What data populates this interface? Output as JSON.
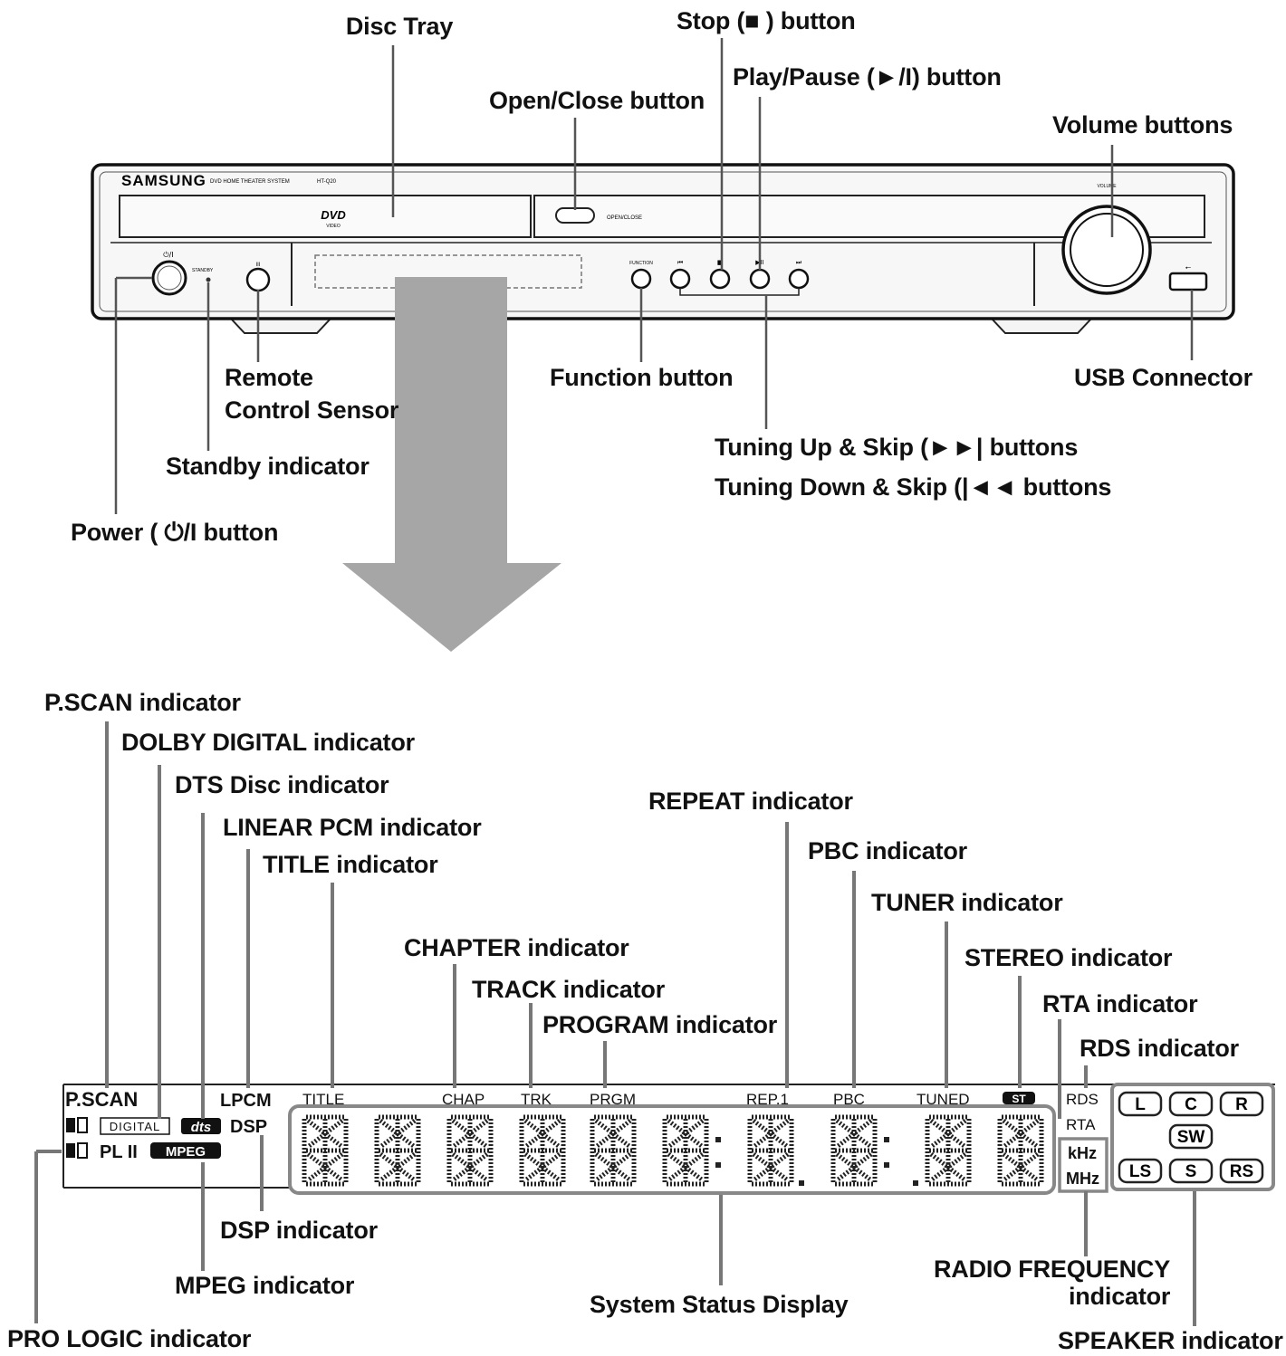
{
  "device": {
    "brand": "SAMSUNG",
    "model_text": "DVD HOME THEATER SYSTEM",
    "model_no": "HT-Q20",
    "disc_logo": "DVD",
    "disc_logo_sub": "VIDEO",
    "open_close_text": "OPEN/CLOSE",
    "power_text": "⏻/I",
    "standby_text": "STANDBY",
    "sensor_mark": "III",
    "function_text": "FUNCTION",
    "skip_back": "⏮",
    "stop": "■",
    "play_pause": "▶II",
    "skip_fwd": "⏭",
    "volume_text": "VOLUME",
    "usb_text": "⭠"
  },
  "callouts_top": {
    "disc_tray": "Disc Tray",
    "stop_button": "Stop (■ ) button",
    "open_close": "Open/Close button",
    "play_pause": "Play/Pause (►/I) button",
    "volume": "Volume buttons",
    "remote_sensor_1": "Remote",
    "remote_sensor_2": "Control Sensor",
    "function": "Function button",
    "usb": "USB Connector",
    "standby": "Standby indicator",
    "tuning_up": "Tuning Up & Skip (►►| buttons",
    "tuning_down": "Tuning Down & Skip (|◄◄ buttons",
    "power": "Power ( ⏻/I button"
  },
  "callouts_bottom": {
    "pscan": "P.SCAN indicator",
    "dolby": "DOLBY DIGITAL indicator",
    "dts": "DTS Disc indicator",
    "lpcm": "LINEAR PCM indicator",
    "title": "TITLE indicator",
    "repeat": "REPEAT indicator",
    "pbc": "PBC indicator",
    "tuner": "TUNER indicator",
    "chapter": "CHAPTER indicator",
    "stereo": "STEREO indicator",
    "track": "TRACK indicator",
    "program": "PROGRAM indicator",
    "rta": "RTA indicator",
    "rds": "RDS indicator",
    "dsp": "DSP indicator",
    "radio_freq_1": "RADIO FREQUENCY",
    "radio_freq_2": "indicator",
    "mpeg": "MPEG indicator",
    "system_status": "System Status Display",
    "pro_logic": "PRO LOGIC indicator",
    "speaker": "SPEAKER indicator"
  },
  "display": {
    "pscan": "P.SCAN",
    "digital": "DIGITAL",
    "dts": "dts",
    "lpcm": "LPCM",
    "dsp": "DSP",
    "pl2": "PL II",
    "mpeg": "MPEG",
    "title": "TITLE",
    "chap": "CHAP",
    "trk": "TRK",
    "prgm": "PRGM",
    "rep": "REP.1",
    "pbc": "PBC",
    "tuned": "TUNED",
    "st": "ST",
    "rds": "RDS",
    "rta": "RTA",
    "khz": "kHz",
    "mhz": "MHz",
    "speakers": [
      "L",
      "C",
      "R",
      "SW",
      "LS",
      "S",
      "RS"
    ]
  }
}
